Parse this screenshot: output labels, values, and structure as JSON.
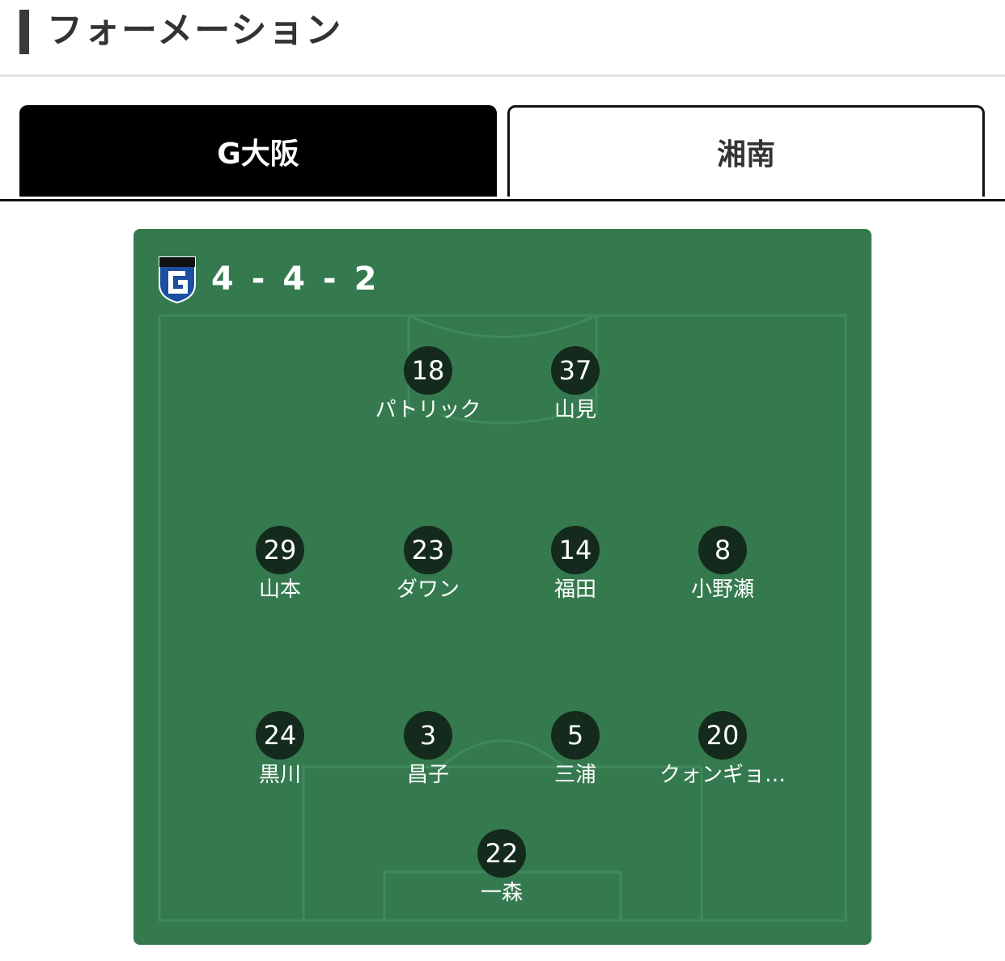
{
  "section": {
    "title": "フォーメーション"
  },
  "tabs": [
    {
      "label": "G大阪",
      "active": true
    },
    {
      "label": "湘南",
      "active": false
    }
  ],
  "team": {
    "emblem": "gamba-osaka-emblem",
    "formation": "4 - 4 - 2",
    "colors": {
      "pitch": "#357a4f",
      "badge": "#142a1c",
      "emblem_blue": "#1c4fa0"
    }
  },
  "players": {
    "fw1": {
      "number": "18",
      "name": "パトリック"
    },
    "fw2": {
      "number": "37",
      "name": "山見"
    },
    "mf1": {
      "number": "29",
      "name": "山本"
    },
    "mf2": {
      "number": "23",
      "name": "ダワン"
    },
    "mf3": {
      "number": "14",
      "name": "福田"
    },
    "mf4": {
      "number": "8",
      "name": "小野瀬"
    },
    "df1": {
      "number": "24",
      "name": "黒川"
    },
    "df2": {
      "number": "3",
      "name": "昌子"
    },
    "df3": {
      "number": "5",
      "name": "三浦"
    },
    "df4": {
      "number": "20",
      "name": "クォンギョ…"
    },
    "gk": {
      "number": "22",
      "name": "一森"
    }
  }
}
